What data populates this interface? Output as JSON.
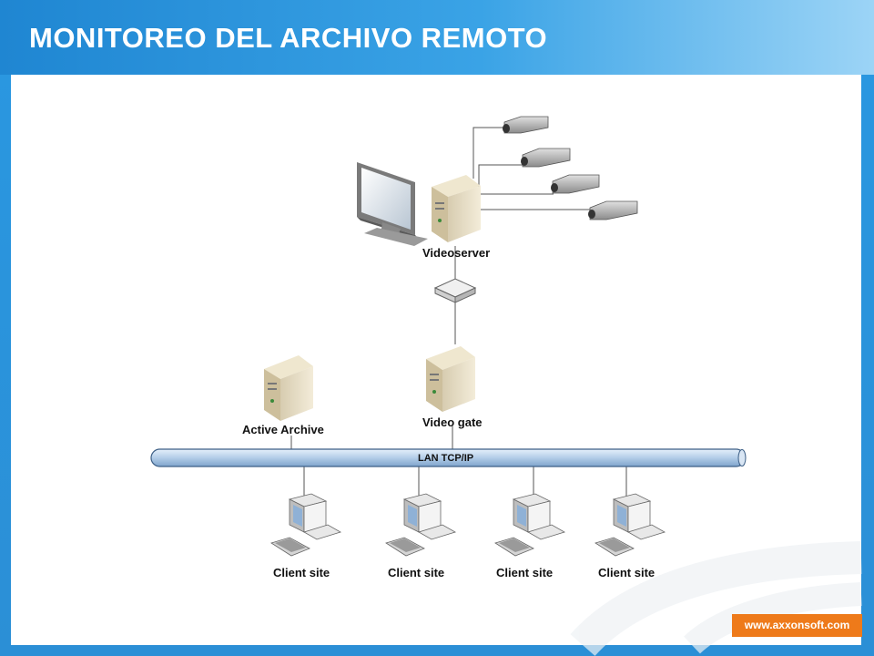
{
  "title": "MONITOREO DEL ARCHIVO REMOTO",
  "nodes": {
    "videoserver": "Videoserver",
    "video_gate": "Video gate",
    "active_archive": "Active Archive",
    "client_sites": [
      "Client site",
      "Client site",
      "Client site",
      "Client site"
    ]
  },
  "network": {
    "lan_label": "LAN TCP/IP"
  },
  "footer": {
    "url": "www.axxonsoft.com"
  },
  "colors": {
    "brand_orange": "#ee7a1a",
    "header_blue": "#1f86d2",
    "lan_pipe": "#b3cde8"
  }
}
